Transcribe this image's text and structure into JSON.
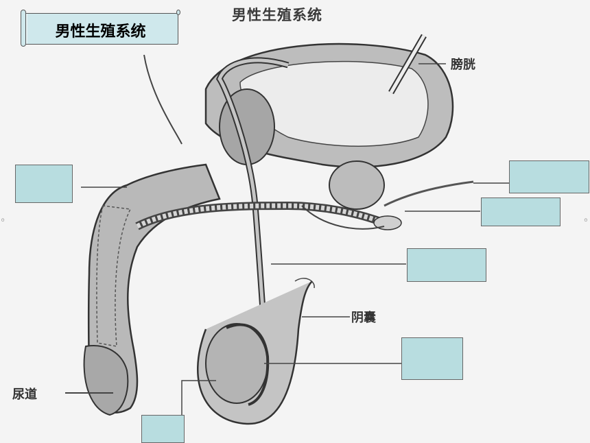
{
  "slide_title": "男性生殖系统",
  "printed_title": "男性生殖系统",
  "labels": {
    "bladder": "膀胱",
    "scrotum": "阴囊",
    "urethra": "尿道"
  },
  "answer_boxes": [
    "",
    "",
    "",
    "",
    "",
    ""
  ],
  "colors": {
    "box_fill": "#b8dde0",
    "title_fill": "#cfe8ec",
    "organ_fill": "#b0b0b0",
    "line": "#444444"
  }
}
